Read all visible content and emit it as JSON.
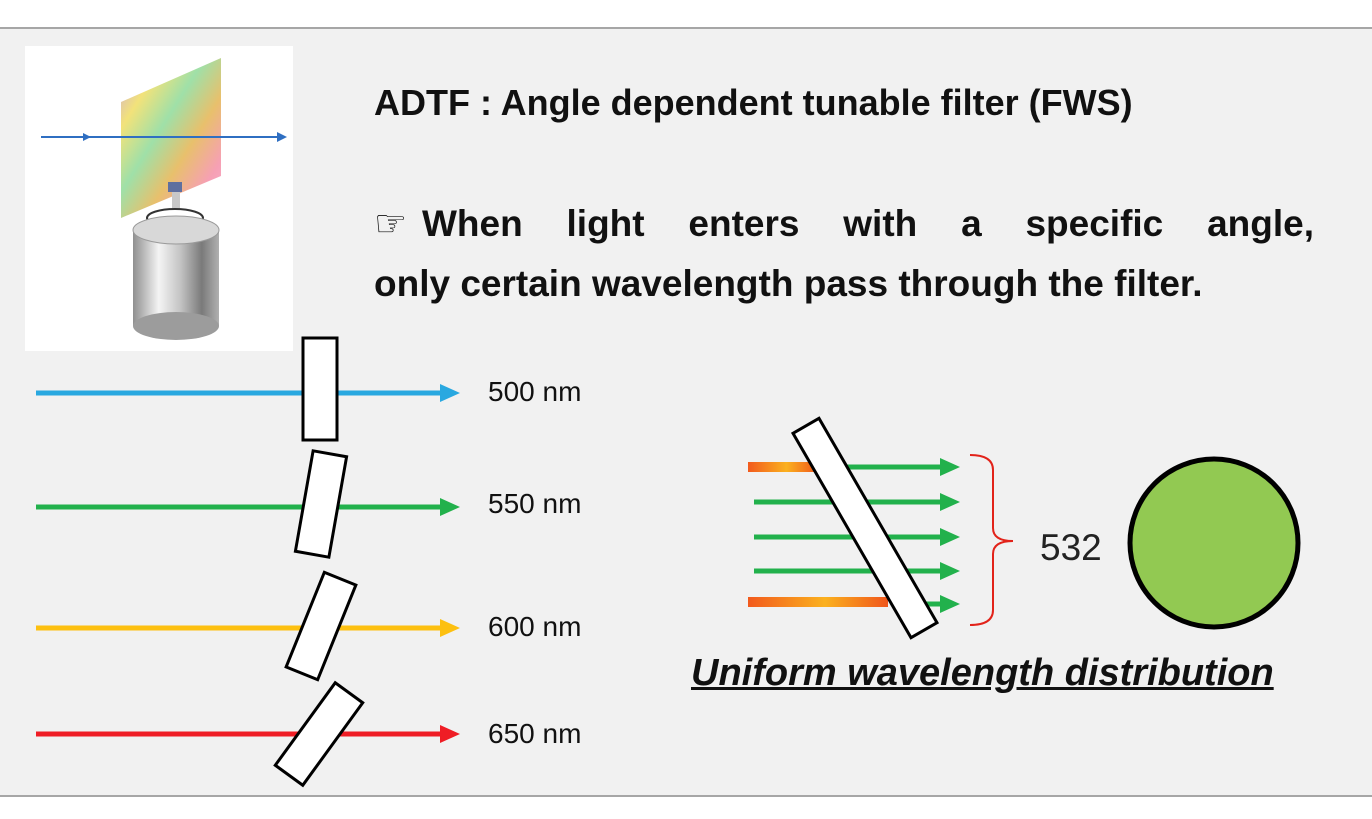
{
  "title": "ADTF : Angle dependent tunable filter (FWS)",
  "description": {
    "icon": "pointing-hand-icon",
    "line1": "When light enters with a specific angle,",
    "line2": "only certain wavelength pass through the filter."
  },
  "wavelength_labels": [
    "500 nm",
    "550 nm",
    "600 nm",
    "650 nm"
  ],
  "beam_colors": [
    "#29a8e0",
    "#22b14c",
    "#fdc010",
    "#ef1d25"
  ],
  "result_value": "532",
  "result_caption": "Uniform wavelength distribution",
  "colors": {
    "result_circle": "#92c952",
    "bracket": "#e2231a",
    "green_beam": "#22b14c"
  }
}
